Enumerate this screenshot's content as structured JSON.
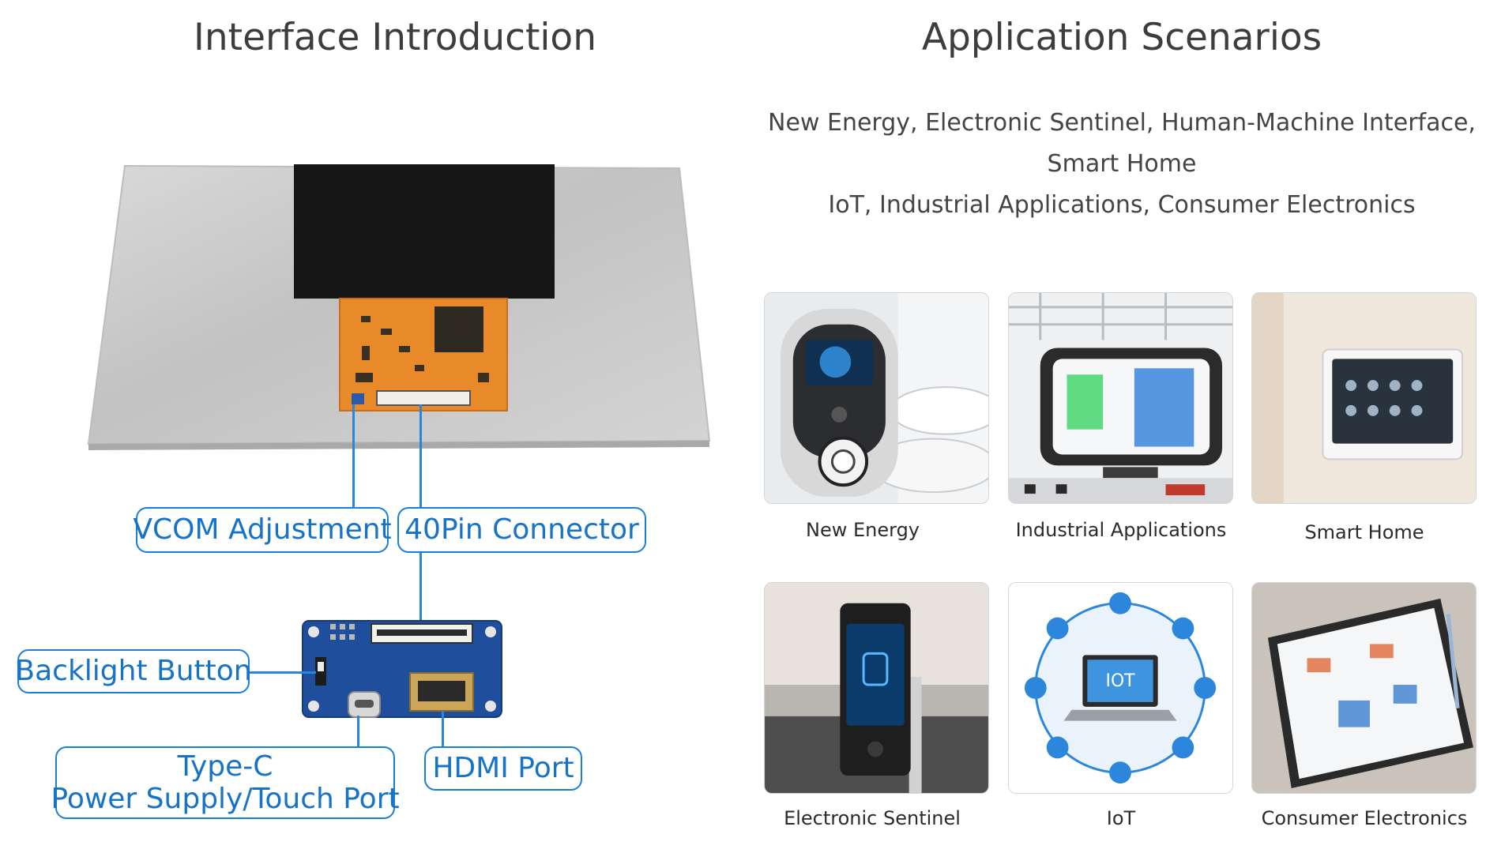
{
  "interface": {
    "title": "Interface Introduction",
    "callouts": {
      "vcom": "VCOM Adjustment",
      "pin40": "40Pin Connector",
      "backlight": "Backlight Button",
      "typec_line1": "Type-C",
      "typec_line2": "Power Supply/Touch Port",
      "hdmi": "HDMI Port"
    }
  },
  "scenarios": {
    "title": "Application Scenarios",
    "lines": [
      "New Energy, Electronic Sentinel, Human-Machine Interface,",
      "Smart Home",
      "IoT, Industrial Applications, Consumer Electronics"
    ],
    "tiles": [
      {
        "label": "New Energy",
        "icon": "ev-charger-icon"
      },
      {
        "label": "Industrial Applications",
        "icon": "industrial-display-icon"
      },
      {
        "label": "Smart Home",
        "icon": "smart-panel-icon"
      },
      {
        "label": "Electronic Sentinel",
        "icon": "face-terminal-icon"
      },
      {
        "label": "IoT",
        "icon": "iot-laptop-icon"
      },
      {
        "label": "Consumer Electronics",
        "icon": "tablet-icon"
      }
    ],
    "tile_text": {
      "iot_screen": "IOT"
    }
  },
  "colors": {
    "accent": "#1a7fd9",
    "pcb_orange": "#e8892a",
    "board_blue": "#1f4f9c"
  }
}
